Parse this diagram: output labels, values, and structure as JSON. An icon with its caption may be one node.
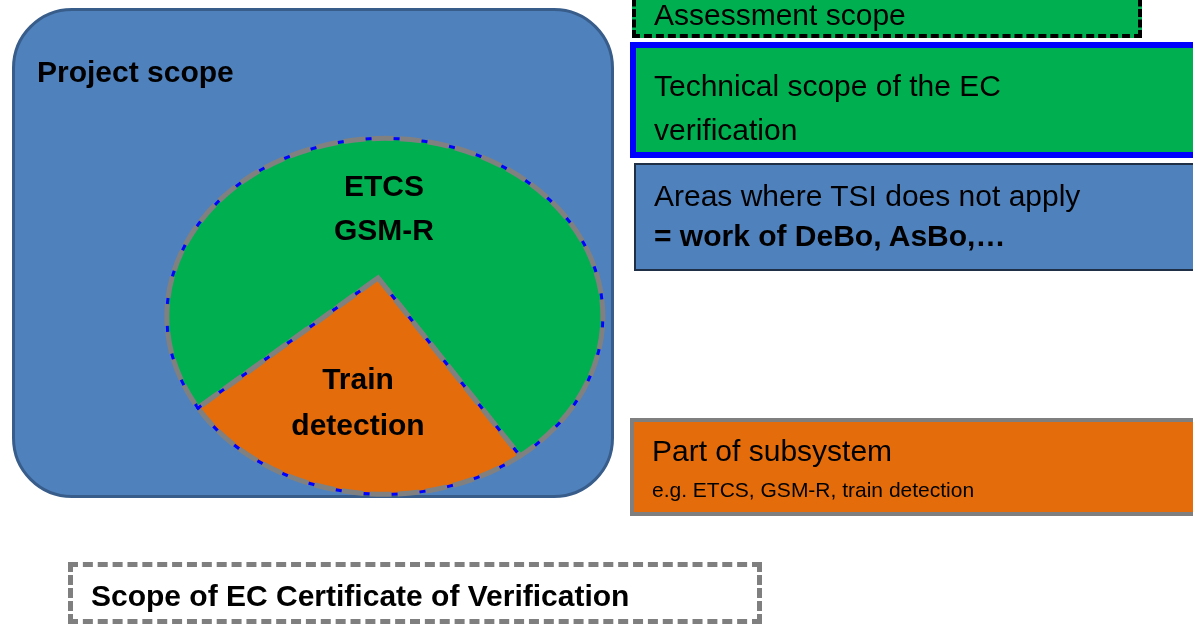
{
  "diagram": {
    "nodes": [
      {
        "text": [
          "Project scope"
        ]
      },
      {
        "text": [
          "ETCS GSM-R"
        ],
        "in": 0
      },
      {
        "text": [
          "Train detection"
        ],
        "in": 0
      },
      {
        "text": [
          "Assessment scope"
        ]
      },
      {
        "text": [
          "Technical scope of the EC verification"
        ]
      },
      {
        "text": [
          "Areas where TSI does not apply",
          "= work of DeBo, AsBo,…"
        ]
      },
      {
        "text": [
          "Part of subsystem",
          "e.g. ETCS, GSM-R, train detection"
        ]
      },
      {
        "text": [
          "Scope of EC Certificate of Verification"
        ]
      }
    ]
  }
}
